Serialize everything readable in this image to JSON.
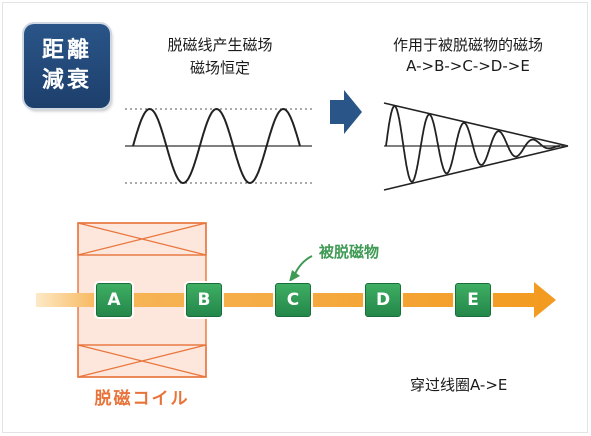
{
  "badge": {
    "line1": "距離",
    "line2": "減衰"
  },
  "left_caption": {
    "line1": "脱磁线产生磁场",
    "line2": "磁场恒定"
  },
  "right_caption": {
    "line1": "作用于被脱磁物的磁场",
    "line2": "A->B->C->D->E"
  },
  "object_label": "被脱磁物",
  "coil_label": "脱磁コイル",
  "pass_label": "穿过线圈A->E",
  "blocks": [
    "A",
    "B",
    "C",
    "D",
    "E"
  ],
  "colors": {
    "badge": "#1d3f6c",
    "arrow": "#f39a1f",
    "coil": "#e8743b",
    "block": "#23874a",
    "object_label": "#3f9b54",
    "flow_arrow": "#2a5588"
  }
}
